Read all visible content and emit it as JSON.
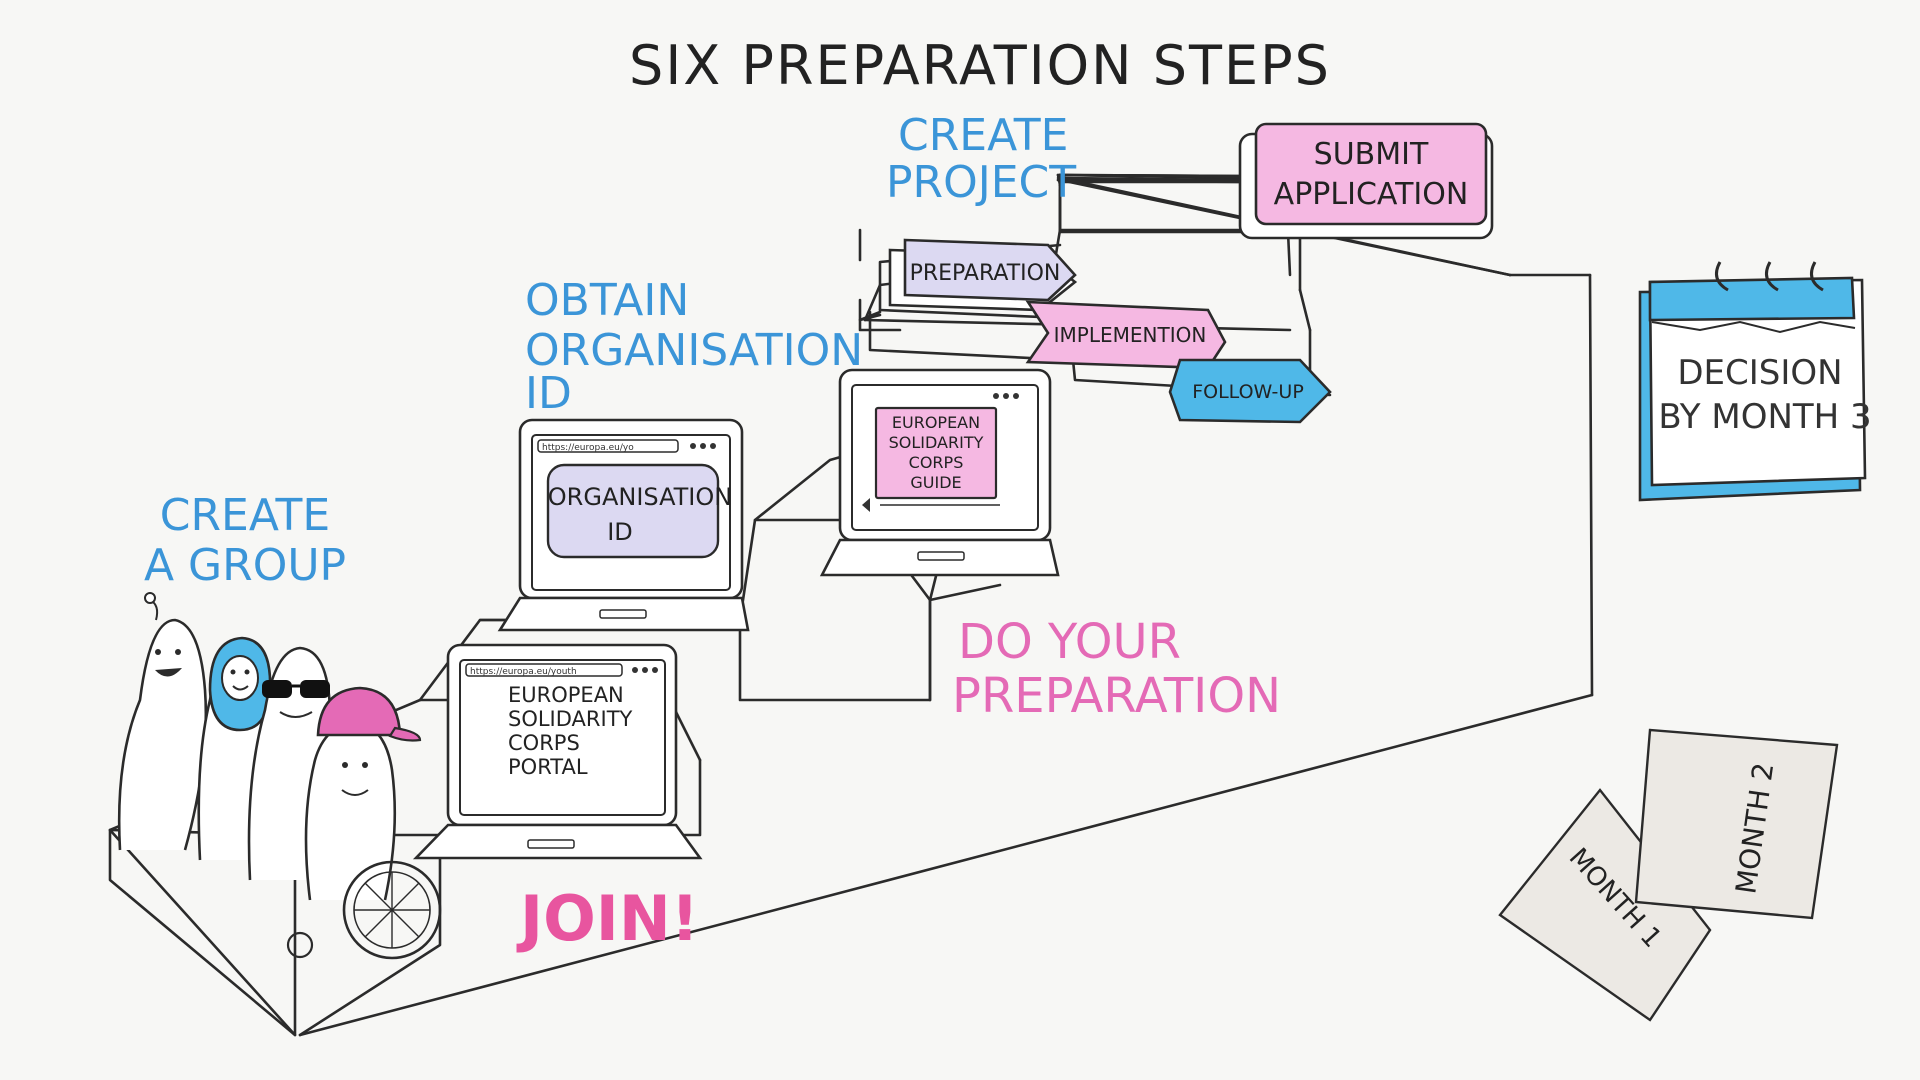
{
  "title": "SIX PREPARATION STEPS",
  "steps": {
    "create_group": [
      "CREATE",
      "A GROUP"
    ],
    "join": "JOIN!",
    "obtain_id": [
      "OBTAIN",
      "ORGANISATION",
      "ID"
    ],
    "do_preparation": [
      "DO YOUR",
      "PREPARATION"
    ],
    "create_project": [
      "CREATE",
      "PROJECT"
    ],
    "submit": [
      "SUBMIT",
      "APPLICATION"
    ]
  },
  "laptops": {
    "portal": {
      "url": "https://europa.eu/youth",
      "screen": [
        "EUROPEAN",
        "SOLIDARITY",
        "CORPS",
        "PORTAL"
      ]
    },
    "org_id": {
      "url": "https://europa.eu/yo",
      "screen": [
        "ORGANISATION",
        "ID"
      ]
    },
    "guide": {
      "screen": [
        "EUROPEAN",
        "SOLIDARITY",
        "CORPS",
        "GUIDE"
      ]
    }
  },
  "project_phases": [
    "PREPARATION",
    "IMPLEMENTION",
    "FOLLOW-UP"
  ],
  "calendar": [
    "DECISION",
    "BY MONTH 3"
  ],
  "calendar_pages": [
    "MONTH 1",
    "MONTH 2"
  ],
  "colors": {
    "blue": "#3b95d8",
    "pink": "#e46ab6",
    "lavender": "#dcd9f2",
    "pink_fill": "#f5b8e2",
    "cyan_fill": "#4fb8e8"
  }
}
